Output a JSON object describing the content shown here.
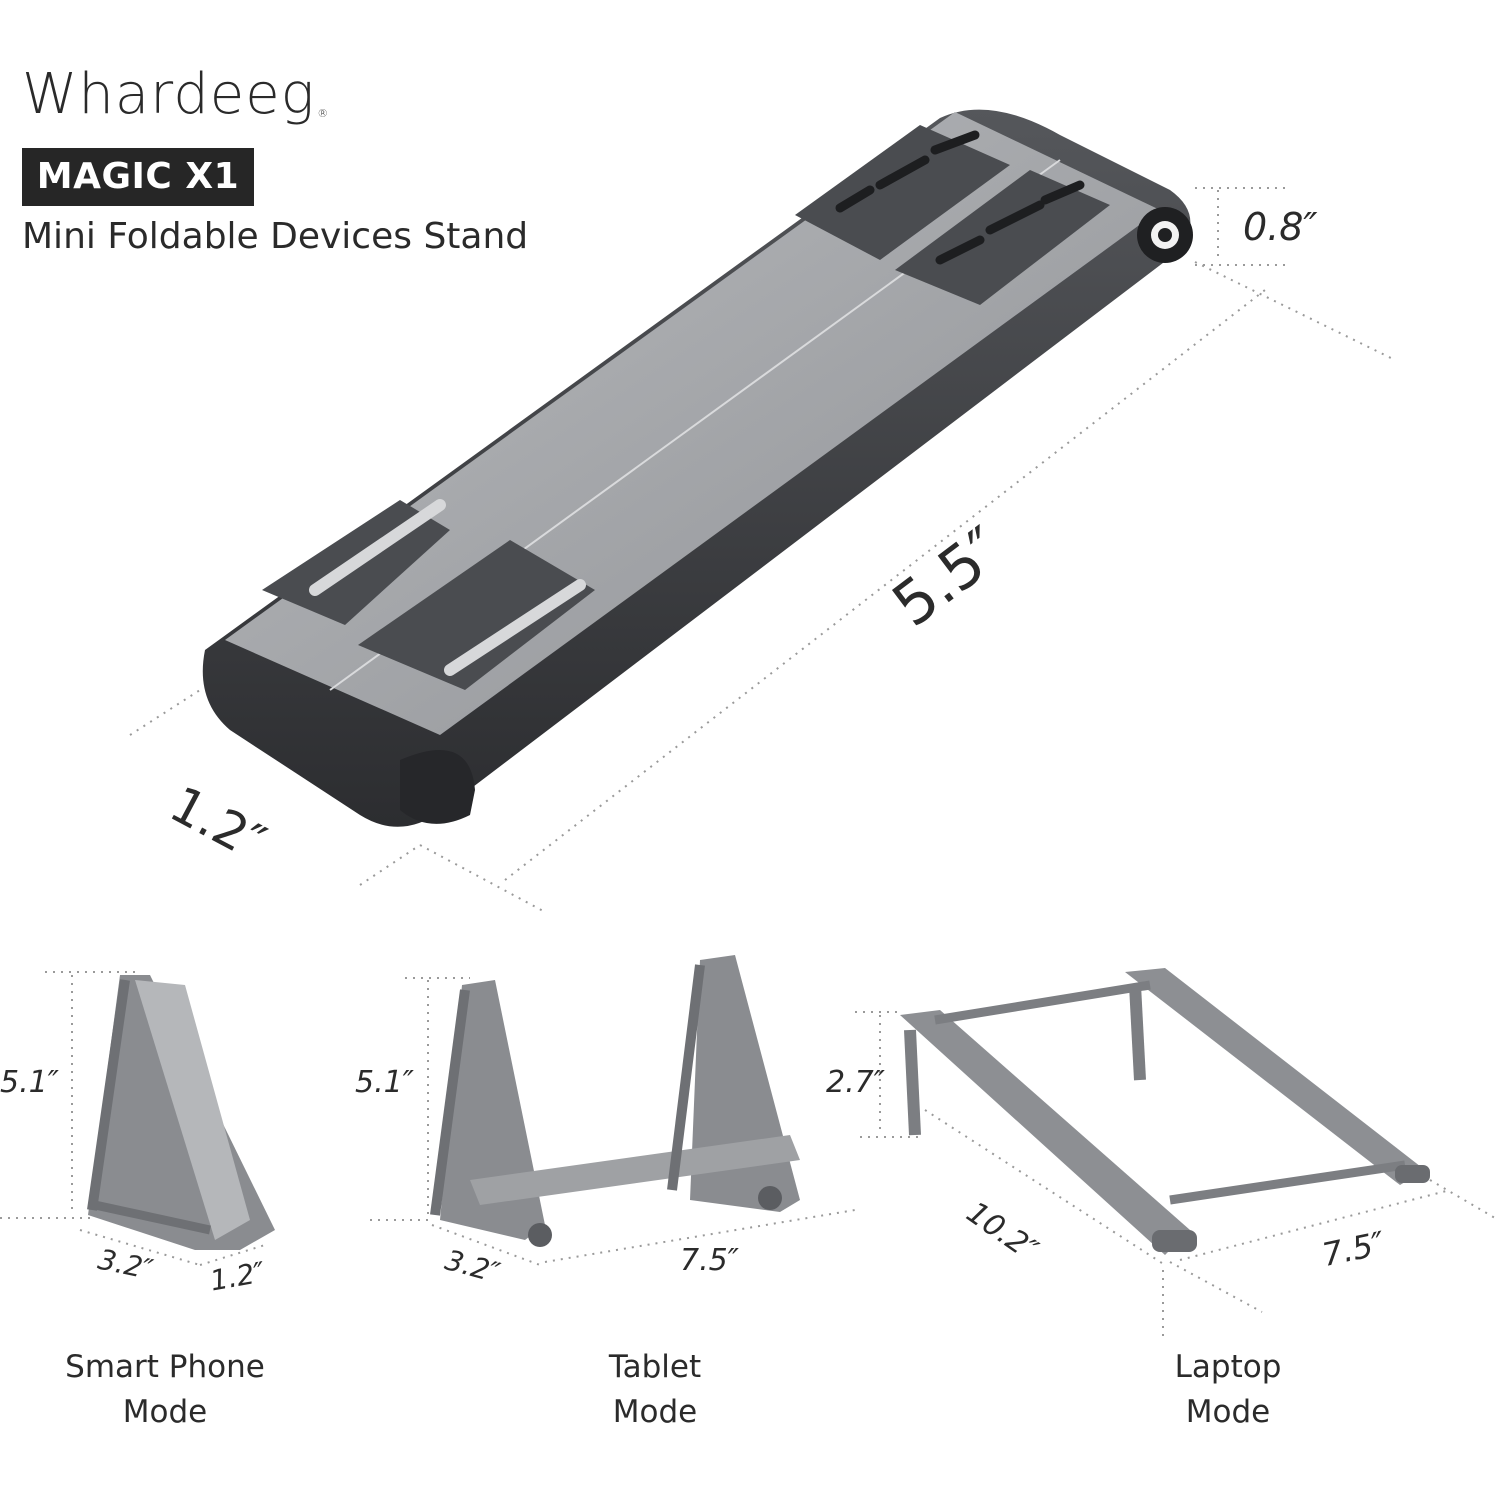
{
  "brand": {
    "name": "Whardeeg",
    "registered": "®",
    "model": "MAGIC X1",
    "tagline": "Mini Foldable Devices Stand"
  },
  "folded": {
    "depth": "0.8″",
    "length": "5.5″",
    "width": "1.2″"
  },
  "modes": {
    "phone": {
      "label_line1": "Smart Phone",
      "label_line2": "Mode",
      "height": "5.1″",
      "depth": "3.2″",
      "width": "1.2″"
    },
    "tablet": {
      "label_line1": "Tablet",
      "label_line2": "Mode",
      "height": "5.1″",
      "depth": "3.2″",
      "width": "7.5″"
    },
    "laptop": {
      "label_line1": "Laptop",
      "label_line2": "Mode",
      "height": "2.7″",
      "length": "10.2″",
      "width": "7.5″"
    }
  },
  "colors": {
    "dark_metal": "#3d3f42",
    "light_metal": "#a6a8ab",
    "pad": "#4a4c50"
  }
}
